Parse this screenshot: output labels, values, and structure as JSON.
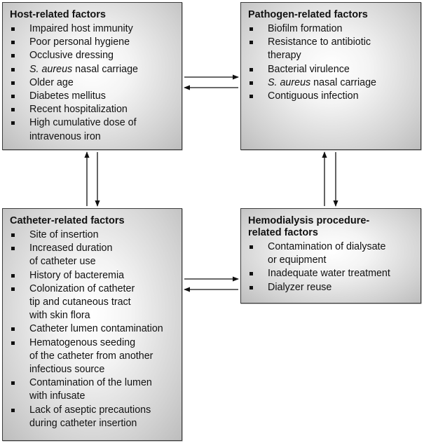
{
  "host": {
    "title": "Host-related factors",
    "items": [
      [
        "Impaired host immunity"
      ],
      [
        "Poor personal hygiene"
      ],
      [
        "Occlusive dressing"
      ],
      [
        "",
        "S. aureus",
        " nasal carriage"
      ],
      [
        "Older age"
      ],
      [
        "Diabetes mellitus"
      ],
      [
        "Recent hospitalization"
      ],
      [
        "High cumulative dose of",
        "intravenous iron"
      ]
    ]
  },
  "pathogen": {
    "title": "Pathogen-related factors",
    "items": [
      [
        "Biofilm formation"
      ],
      [
        "Resistance to antibiotic",
        "therapy"
      ],
      [
        "Bacterial virulence"
      ],
      [
        "",
        "S. aureus",
        " nasal carriage"
      ],
      [
        "Contiguous infection"
      ]
    ]
  },
  "catheter": {
    "title": "Catheter-related factors",
    "items": [
      [
        "Site of insertion"
      ],
      [
        "Increased duration",
        "of catheter use"
      ],
      [
        "History of bacteremia"
      ],
      [
        "Colonization of catheter",
        "tip and cutaneous tract",
        "with skin flora"
      ],
      [
        "Catheter lumen contamination"
      ],
      [
        "Hematogenous seeding",
        "of the catheter from another",
        "infectious source"
      ],
      [
        "Contamination of the lumen",
        "with infusate"
      ],
      [
        "Lack of aseptic precautions",
        "during catheter insertion"
      ]
    ]
  },
  "hemodialysis": {
    "title_lines": [
      "Hemodialysis procedure-",
      "related factors"
    ],
    "items": [
      [
        "Contamination of dialysate",
        "or equipment"
      ],
      [
        "Inadequate water treatment"
      ],
      [
        "Dialyzer reuse"
      ]
    ]
  },
  "colors": {
    "border": "#3a3a3a",
    "box_center": "#ffffff",
    "box_edge": "#bdbdbd",
    "arrow": "#111111"
  }
}
